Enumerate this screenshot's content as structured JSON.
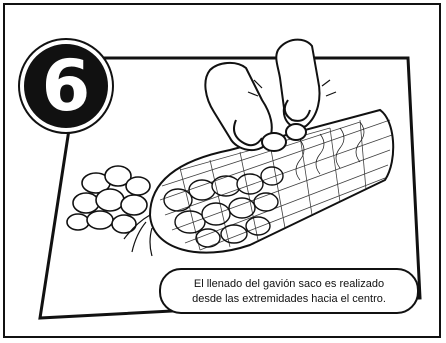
{
  "step": {
    "number": "6"
  },
  "caption": {
    "line1": "El llenado del gavión saco es realizado",
    "line2": "desde las extremidades hacia el centro."
  }
}
